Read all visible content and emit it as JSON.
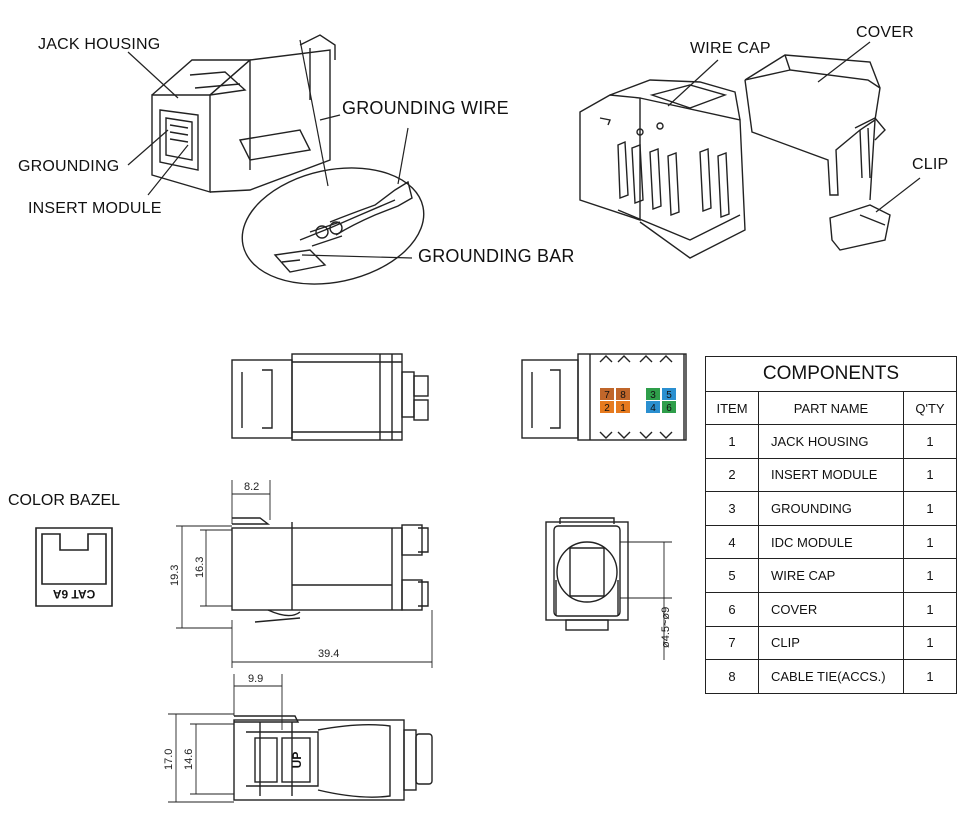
{
  "labels": {
    "jack_housing": "JACK HOUSING",
    "grounding": "GROUNDING",
    "insert_module": "INSERT MODULE",
    "grounding_wire": "GROUNDING WIRE",
    "grounding_bar": "GROUNDING BAR",
    "wire_cap": "WIRE CAP",
    "cover": "COVER",
    "clip": "CLIP",
    "color_bezel": "COLOR BAZEL",
    "cat_text": "CAT 6A",
    "up_text": "UP"
  },
  "dimensions": {
    "d_8_2": "8.2",
    "d_19_3": "19.3",
    "d_16_3": "16.3",
    "d_39_4": "39.4",
    "d_9_9": "9.9",
    "d_17_0": "17.0",
    "d_14_6": "14.6",
    "d_cable": "ø4.5~ø9"
  },
  "pin_labels": [
    "7",
    "8",
    "2",
    "1",
    "3",
    "5",
    "4",
    "6"
  ],
  "wire_colors": {
    "brown": "#c0662a",
    "orange": "#e67a1e",
    "green": "#2e9e4a",
    "blue": "#2a8fd0"
  },
  "components_table": {
    "title": "COMPONENTS",
    "headers": [
      "ITEM",
      "PART NAME",
      "Q'TY"
    ],
    "rows": [
      {
        "item": "1",
        "name": "JACK HOUSING",
        "qty": "1"
      },
      {
        "item": "2",
        "name": "INSERT MODULE",
        "qty": "1"
      },
      {
        "item": "3",
        "name": "GROUNDING",
        "qty": "1"
      },
      {
        "item": "4",
        "name": "IDC MODULE",
        "qty": "1"
      },
      {
        "item": "5",
        "name": "WIRE CAP",
        "qty": "1"
      },
      {
        "item": "6",
        "name": "COVER",
        "qty": "1"
      },
      {
        "item": "7",
        "name": "CLIP",
        "qty": "1"
      },
      {
        "item": "8",
        "name": "CABLE TIE(ACCS.)",
        "qty": "1"
      }
    ]
  }
}
